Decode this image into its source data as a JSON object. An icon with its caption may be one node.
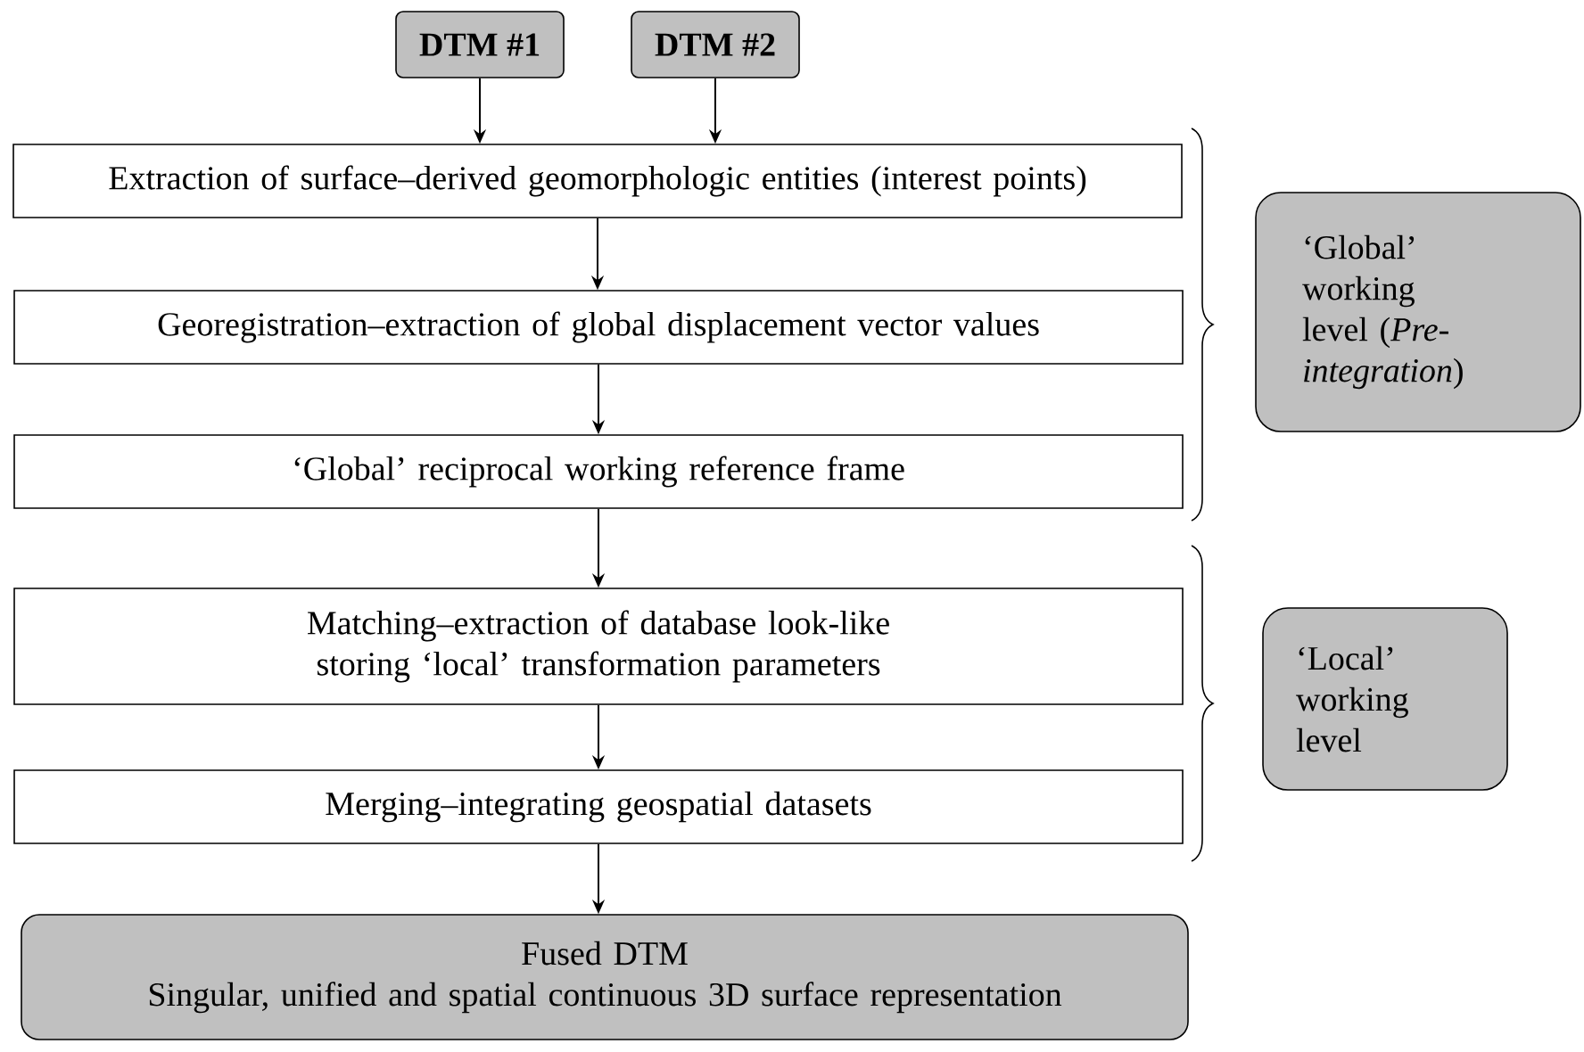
{
  "diagram": {
    "nodes": [
      {
        "text": [
          "DTM #1"
        ]
      },
      {
        "text": [
          "DTM #2"
        ]
      },
      {
        "text": [
          "Extraction of surface–derived geomorphologic entities (interest points)"
        ]
      },
      {
        "text": [
          "Georegistration–extraction of global displacement vector values"
        ]
      },
      {
        "text": [
          "‘Global’ reciprocal working reference frame"
        ]
      },
      {
        "text": [
          "Matching–extraction of database look-like storing ‘local’ transformation parameters"
        ]
      },
      {
        "text": [
          "Merging–integrating geospatial datasets"
        ]
      },
      {
        "text": [
          "Fused DTM",
          "Singular, unified and spatial continuous 3D surface representation"
        ]
      },
      {
        "text": [
          "‘Global’ working level (*Pre-integration*)"
        ]
      },
      {
        "text": [
          "‘Local’ working level"
        ]
      }
    ],
    "edges": [
      {
        "from": 0,
        "to": 2,
        "arrow": "to"
      },
      {
        "from": 1,
        "to": 2,
        "arrow": "to"
      },
      {
        "from": 2,
        "to": 3,
        "arrow": "to"
      },
      {
        "from": 3,
        "to": 4,
        "arrow": "to"
      },
      {
        "from": 4,
        "to": 5,
        "arrow": "to"
      },
      {
        "from": 5,
        "to": 6,
        "arrow": "to"
      },
      {
        "from": 6,
        "to": 7,
        "arrow": "to"
      }
    ]
  }
}
